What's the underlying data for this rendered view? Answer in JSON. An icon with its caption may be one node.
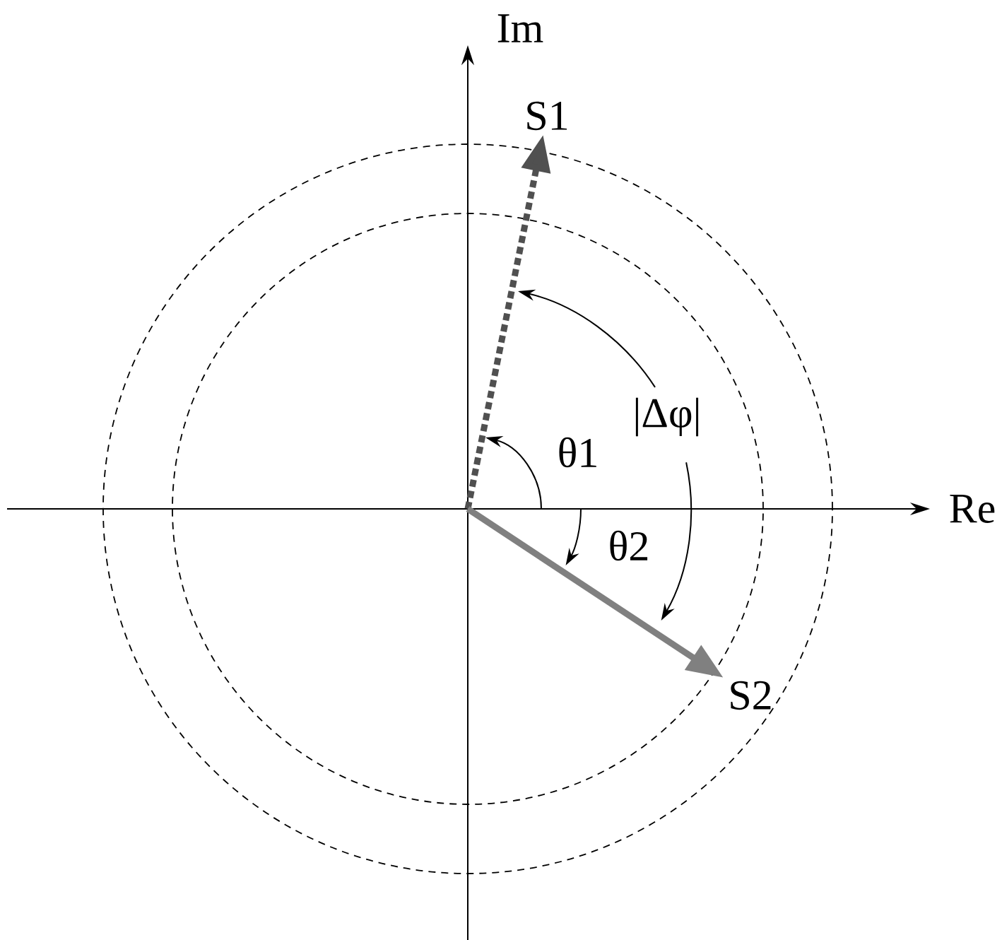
{
  "diagram": {
    "nodes": [
      {
        "text": [
          "S1"
        ]
      },
      {
        "text": [
          "S2"
        ]
      }
    ],
    "edges": [
      {
        "from": null,
        "to": 0,
        "arrow": "to",
        "style": "dashed",
        "color": "#505050"
      },
      {
        "from": null,
        "to": 1,
        "arrow": "to",
        "color": "#808080"
      }
    ],
    "labels": [
      "Im",
      "Re",
      "θ1",
      "θ2",
      "|Δφ|"
    ]
  }
}
